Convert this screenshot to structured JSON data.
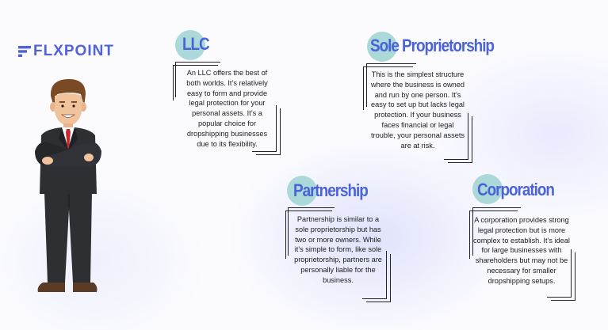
{
  "brand": {
    "logo_text": "FLXPOINT",
    "color": "#4f63d8"
  },
  "colors": {
    "title": "#4a63d6",
    "circle": "#abd8d8",
    "text": "#1c1c1c"
  },
  "cards": {
    "llc": {
      "title": "LLC",
      "text": "An LLC offers the best of both worlds. It’s relatively easy to form and provide legal protection for your personal assets. It’s a popular choice for dropshipping businesses due to its flexibility."
    },
    "sole": {
      "title": "Sole Proprietorship",
      "text": "This is the simplest structure where the business is owned and run by one person. It’s easy to set up but lacks legal protection. If your business faces financial or legal trouble, your personal assets are at risk."
    },
    "partnership": {
      "title": "Partnership",
      "text": "Partnership is similar to a sole proprietorship but has two or more owners. While it’s simple to form, like sole proprietorship, partners are personally liable for the business."
    },
    "corporation": {
      "title": "Corporation",
      "text": "A corporation provides strong legal protection but is more complex to establish. It’s ideal for large businesses with shareholders but may not be necessary for smaller dropshipping setups."
    }
  }
}
